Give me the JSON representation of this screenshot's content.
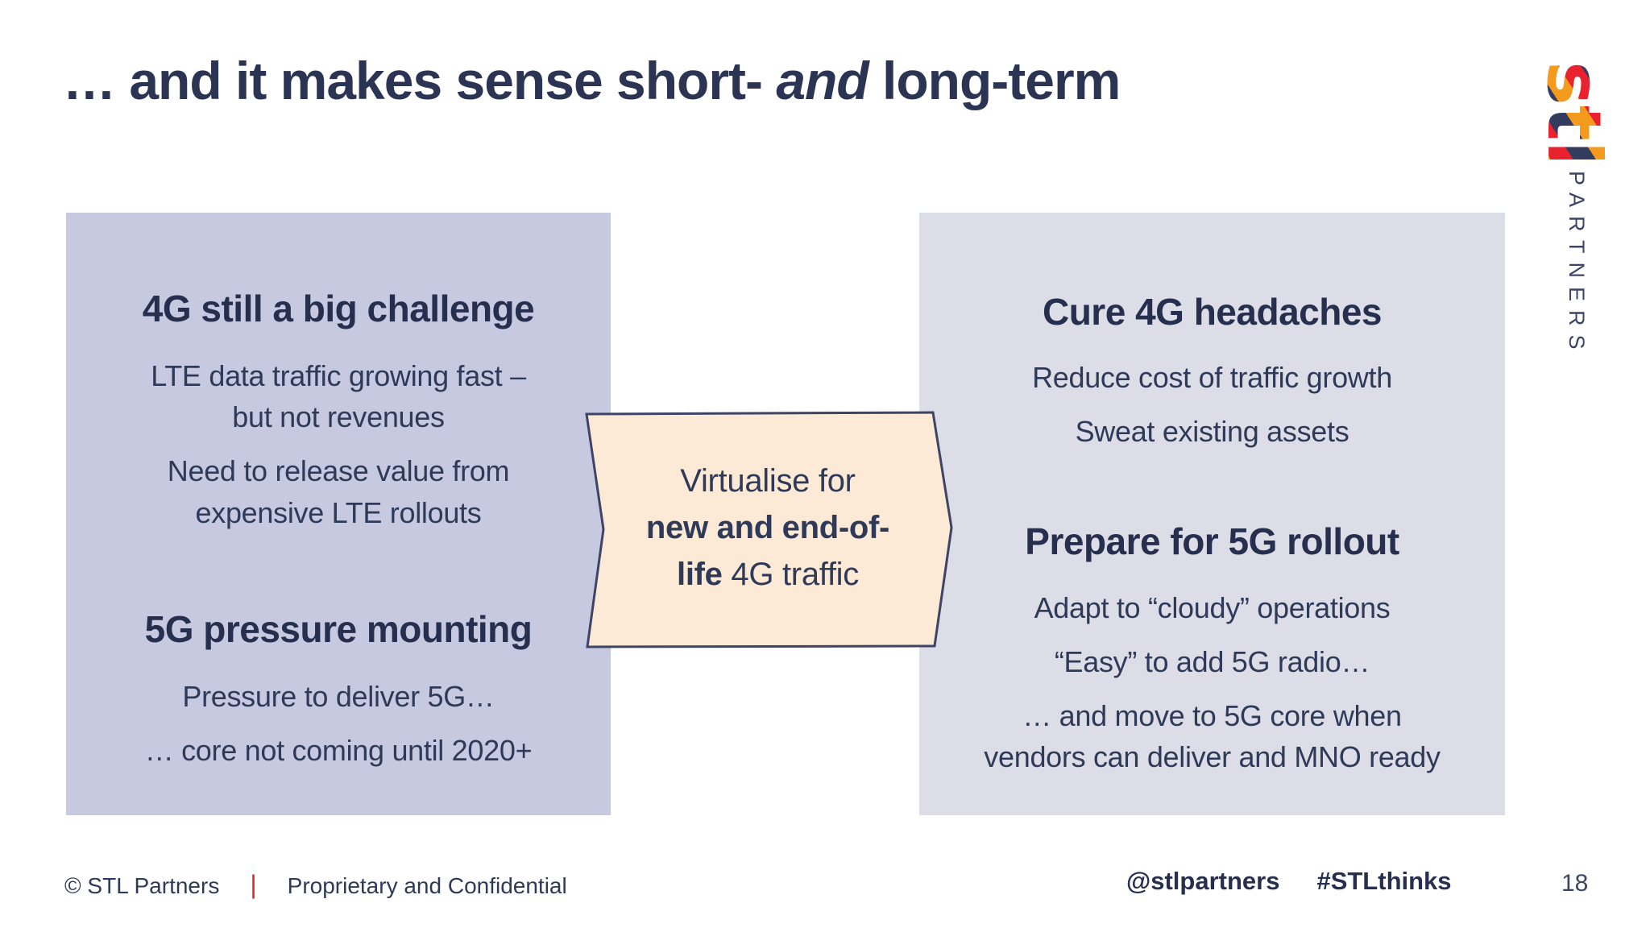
{
  "title": {
    "pre": "… and it makes sense short- ",
    "emphasis": "and",
    "post": " long-term"
  },
  "logo": {
    "monogram": "stl",
    "wordmark": "PARTNERS"
  },
  "left_box": {
    "sections": [
      {
        "heading": "4G still a big challenge",
        "points": [
          {
            "lines": [
              "LTE data traffic growing fast –",
              "but not revenues"
            ]
          },
          {
            "lines": [
              "Need to release value from",
              "expensive LTE rollouts"
            ]
          }
        ]
      },
      {
        "heading": "5G pressure mounting",
        "points": [
          {
            "lines": [
              "Pressure to deliver 5G…"
            ]
          },
          {
            "lines": [
              "… core not coming until 2020+"
            ]
          }
        ]
      }
    ]
  },
  "arrow": {
    "line1": "Virtualise for",
    "line2_bold": "new and end-of-",
    "line3_bold": "life",
    "line3_regular": " 4G traffic"
  },
  "right_box": {
    "sections": [
      {
        "heading": "Cure 4G headaches",
        "points": [
          {
            "lines": [
              "Reduce cost of traffic growth"
            ]
          },
          {
            "lines": [
              "Sweat existing assets"
            ]
          }
        ]
      },
      {
        "heading": "Prepare for 5G rollout",
        "points": [
          {
            "lines": [
              "Adapt to “cloudy” operations"
            ]
          },
          {
            "lines": [
              "“Easy” to add 5G radio…"
            ]
          },
          {
            "lines": [
              "… and move to 5G core when",
              "vendors can deliver and MNO ready"
            ]
          }
        ]
      }
    ]
  },
  "footer": {
    "copyright": "© STL Partners",
    "separator": "|",
    "confidentiality": "Proprietary and Confidential",
    "handle": "@stlpartners",
    "hashtag": "#STLthinks",
    "page_number": "18"
  },
  "colors": {
    "title_text": "#2b3452",
    "body_text": "#2e3a58",
    "left_box_bg": "#c6c9df",
    "right_box_bg": "#dcdde6",
    "arrow_fill": "#fce9d6",
    "arrow_border": "#3d4466",
    "accent_red": "#e0262e",
    "logo_navy": "#333b5e",
    "logo_red": "#e8232f",
    "logo_orange": "#f49b1e"
  }
}
